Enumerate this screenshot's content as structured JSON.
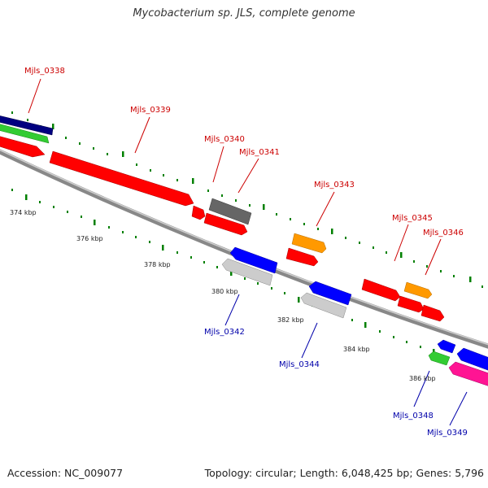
{
  "title": "Mycobacterium sp. JLS, complete genome",
  "footer": {
    "accession": "Accession: NC_009077",
    "topology": "Topology: circular; Length: 6,048,425 bp; Genes: 5,796"
  },
  "ruler": {
    "labels": [
      "374 kbp",
      "376 kbp",
      "378 kbp",
      "380 kbp",
      "382 kbp",
      "384 kbp",
      "386 kbp"
    ]
  },
  "genes": {
    "forward": [
      "Mjls_0338",
      "Mjls_0339",
      "Mjls_0340",
      "Mjls_0341",
      "Mjls_0343",
      "Mjls_0345",
      "Mjls_0346"
    ],
    "reverse": [
      "Mjls_0342",
      "Mjls_0344",
      "Mjls_0348",
      "Mjls_0349"
    ]
  },
  "colors": {
    "forward_label": "#cc0000",
    "reverse_label": "#0000aa",
    "red": "#ff0000",
    "blue": "#0000ff",
    "navy": "#000080",
    "green": "#33cc33",
    "orange": "#ff9900",
    "gray": "#666666",
    "lightgray": "#cccccc",
    "pink": "#ff1493",
    "tick_green": "#008000",
    "backbone": "#808080"
  }
}
